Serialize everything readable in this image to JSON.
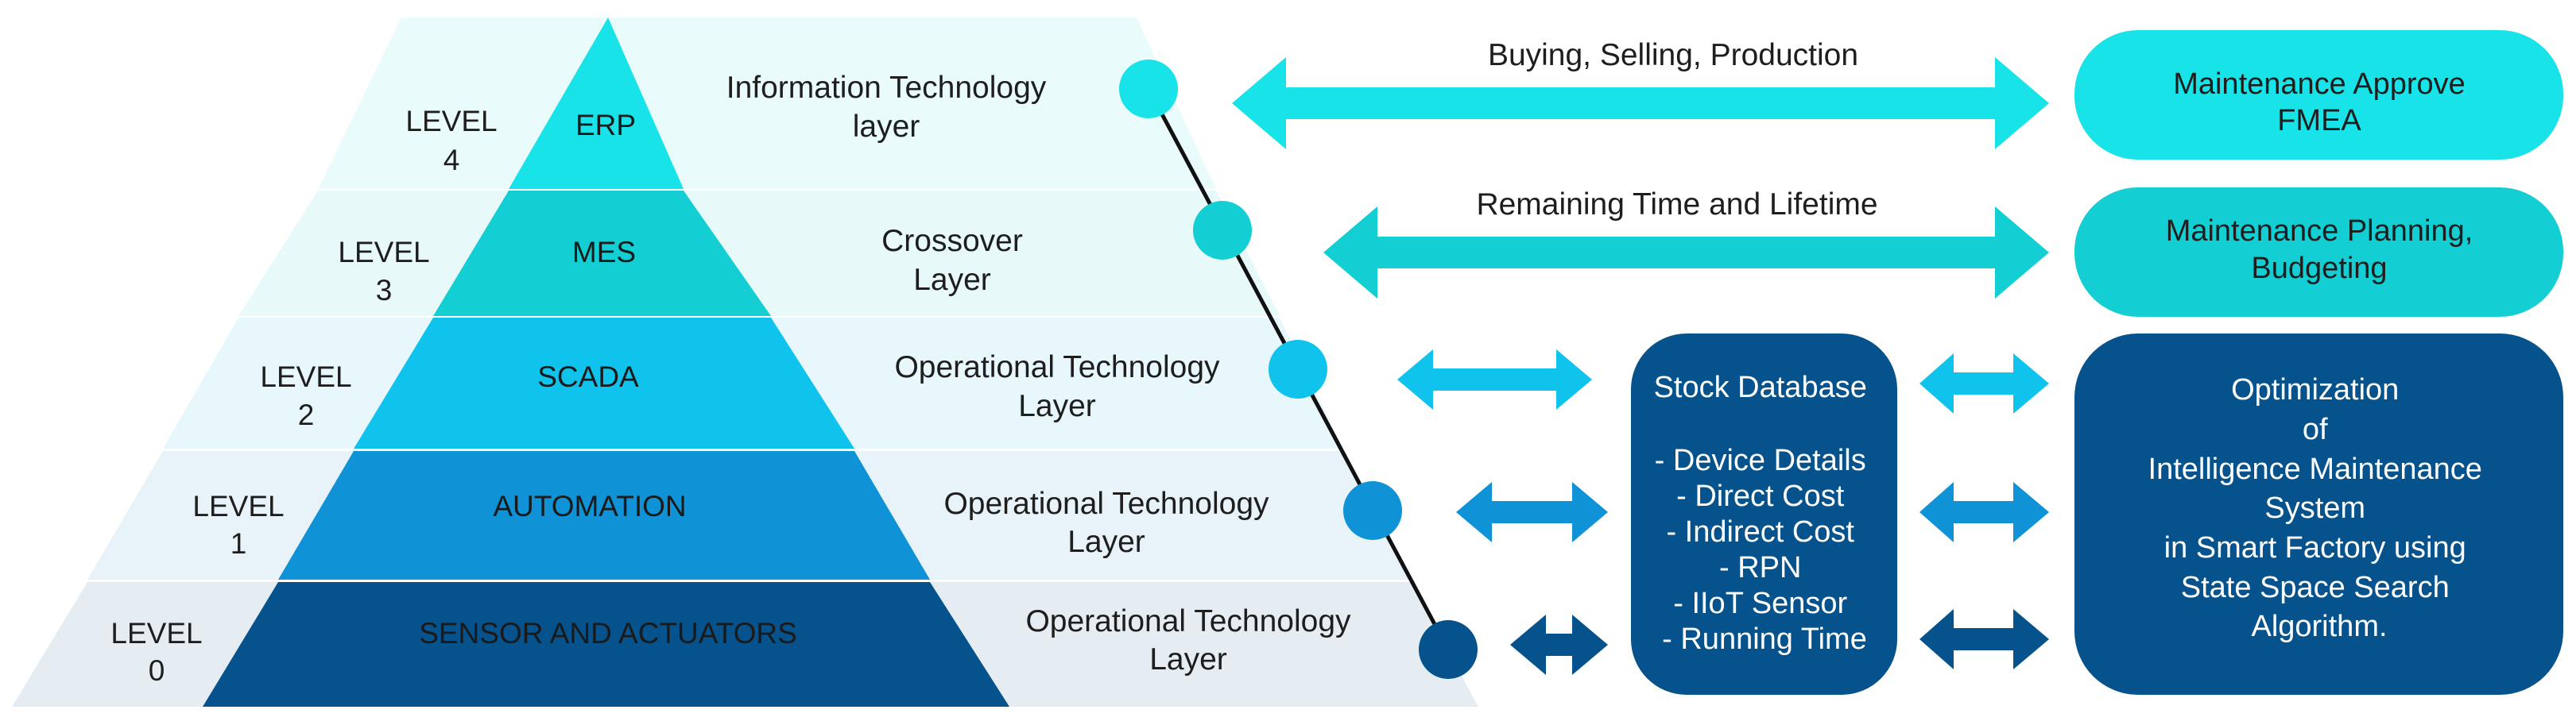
{
  "colors": {
    "cyan": "#17E3E8",
    "teal": "#13CFD3",
    "sky": "#10C3EC",
    "blue": "#0F92D6",
    "navy": "#05528C",
    "band_level4": "#EAFBFB",
    "band_level3": "#E8F9F9",
    "band_level2": "#E7F7FC",
    "band_level1": "#E7F2F9",
    "band_level0": "#E5EDF3",
    "text_dark": "#1e1e1e",
    "text_light": "#ffffff"
  },
  "pyramid": {
    "levels": [
      {
        "level": [
          "LEVEL",
          "4"
        ],
        "core": "ERP",
        "description": [
          "Information Technology",
          "layer"
        ]
      },
      {
        "level": [
          "LEVEL",
          "3"
        ],
        "core": "MES",
        "description": [
          "Crossover",
          "Layer"
        ]
      },
      {
        "level": [
          "LEVEL",
          "2"
        ],
        "core": "SCADA",
        "description": [
          "Operational Technology",
          "Layer"
        ]
      },
      {
        "level": [
          "LEVEL",
          "1"
        ],
        "core": "AUTOMATION",
        "description": [
          "Operational Technology",
          "Layer"
        ]
      },
      {
        "level": [
          "LEVEL",
          "0"
        ],
        "core": "SENSOR AND ACTUATORS",
        "description": [
          "Operational Technology",
          "Layer"
        ]
      }
    ]
  },
  "connector_dots": 5,
  "arrows": {
    "top": {
      "label": "Buying, Selling, Production"
    },
    "second": {
      "label": "Remaining Time and Lifetime"
    }
  },
  "boxes": {
    "fmea": {
      "lines": [
        "Maintenance Approve",
        "FMEA"
      ]
    },
    "planning": {
      "lines": [
        "Maintenance Planning,",
        "Budgeting"
      ]
    },
    "stock": {
      "lines": [
        "Stock Database",
        "",
        "- Device Details",
        "- Direct Cost",
        "- Indirect Cost",
        "- RPN",
        "- IIoT Sensor",
        "- Running Time"
      ]
    },
    "optimization": {
      "lines": [
        "Optimization",
        "of",
        "Intelligence Maintenance",
        "System",
        "in Smart Factory using",
        "State Space Search",
        "Algorithm."
      ]
    }
  }
}
